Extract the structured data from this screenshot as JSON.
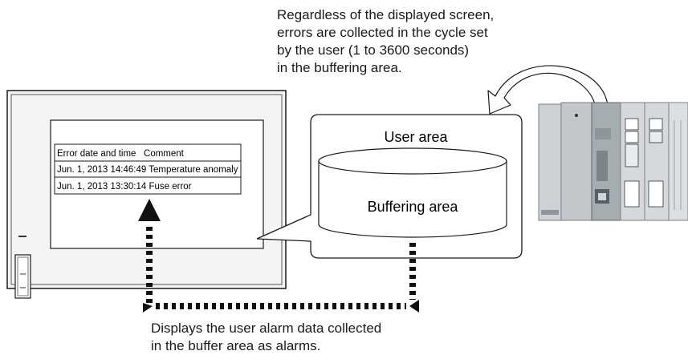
{
  "top_note": [
    "Regardless of the displayed screen,",
    "errors are collected in the cycle set",
    "by the user (1 to 3600 seconds)",
    "in the buffering area."
  ],
  "bottom_note": [
    "Displays the user alarm data collected",
    "in the buffer area as alarms."
  ],
  "alarm_table": {
    "header": "Error date and time   Comment",
    "rows": [
      "Jun. 1, 2013 14:46:49 Temperature anomaly",
      "Jun. 1, 2013 13:30:14 Fuse error"
    ]
  },
  "memory": {
    "user_area": "User area",
    "buffering_area": "Buffering area"
  },
  "colors": {
    "outline": "#1a1a1a",
    "dots": "#111111",
    "panel_frame": "#f4f4f4",
    "plc_body": "#cfd2d4",
    "plc_dark": "#8f9598"
  }
}
